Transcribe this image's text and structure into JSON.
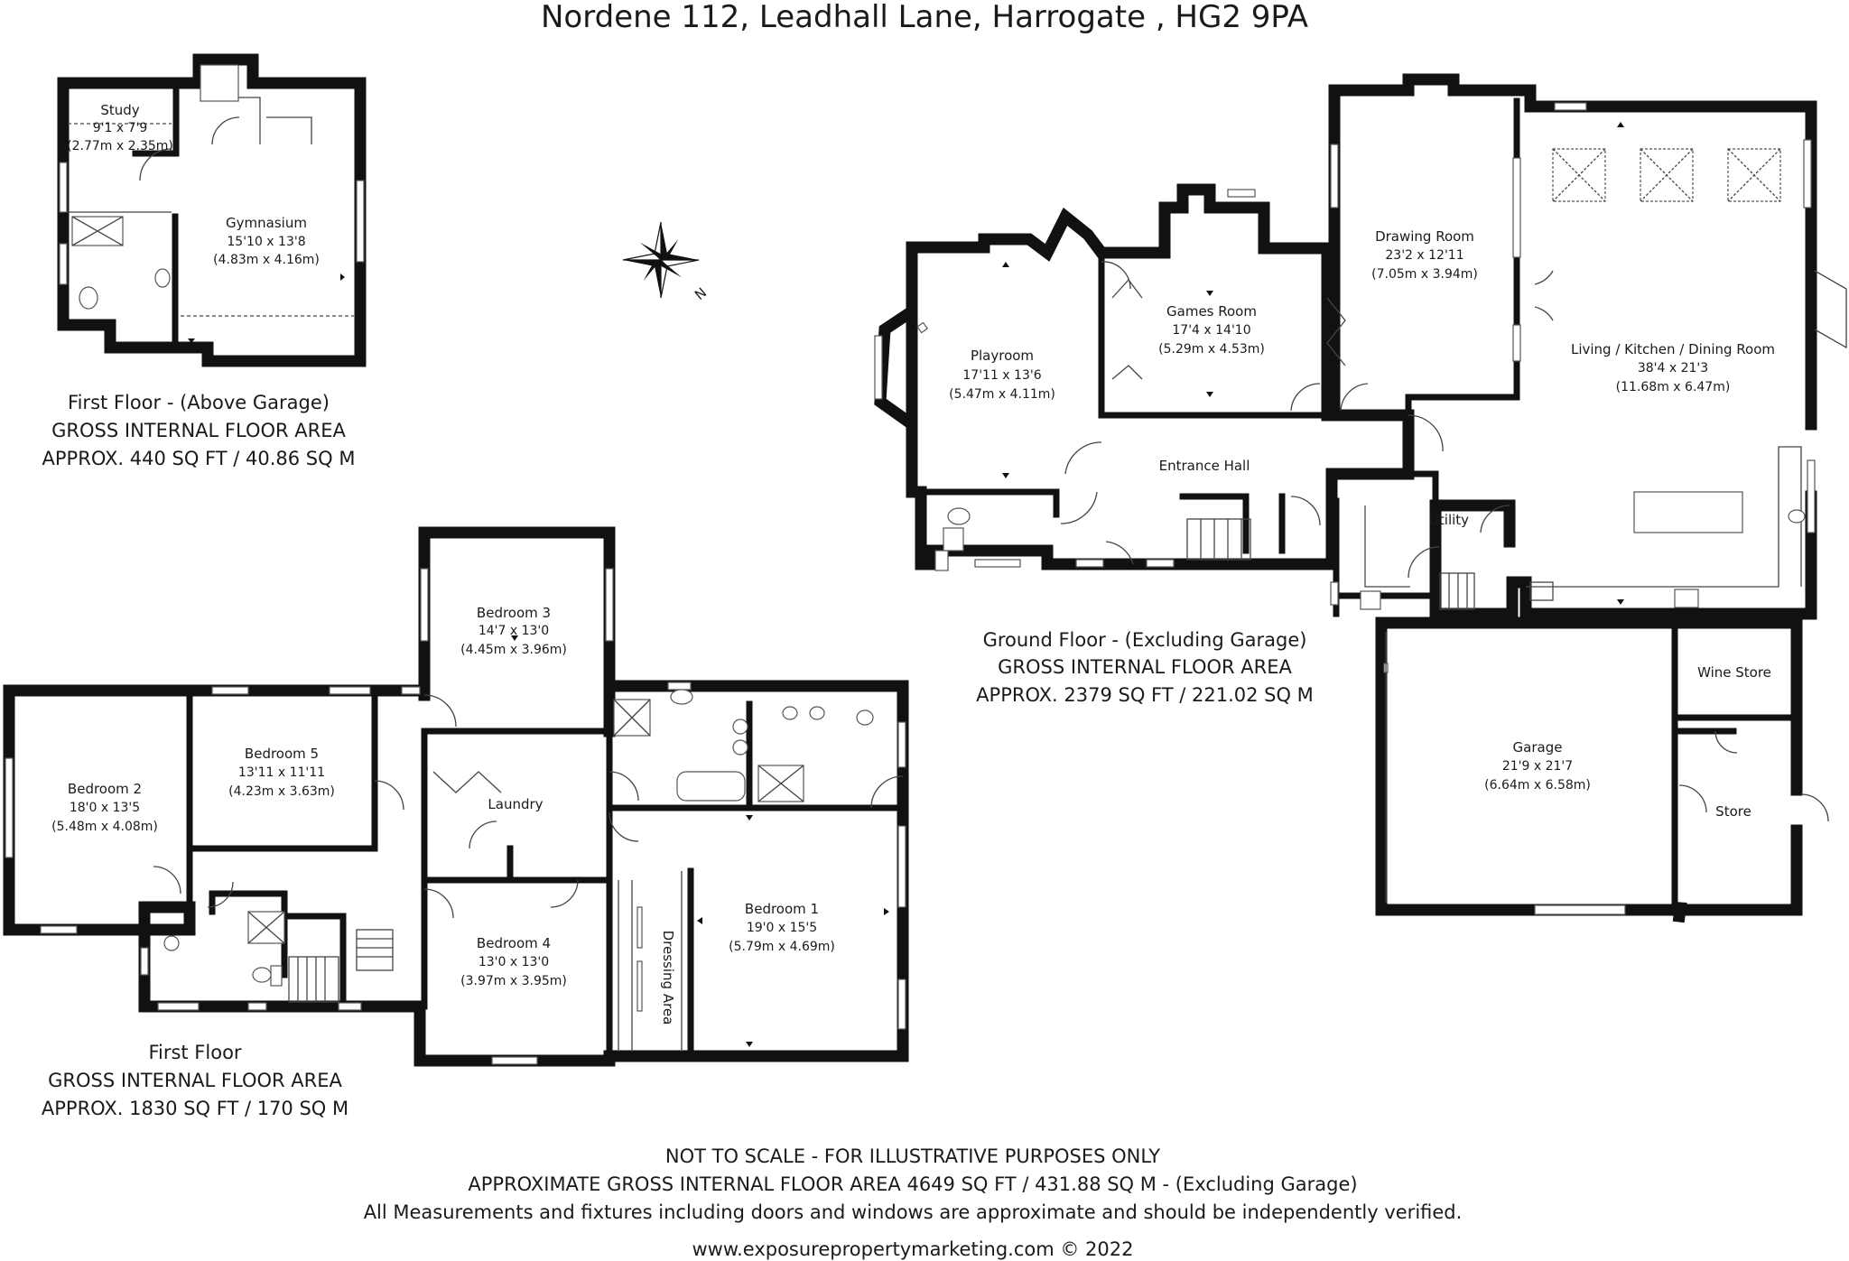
{
  "title": "Nordene 112, Leadhall Lane, Harrogate , HG2 9PA",
  "compass": {
    "icon": "compass-rose-icon",
    "label": "N"
  },
  "floors": {
    "first_above_garage": {
      "caption_1": "First Floor - (Above Garage)",
      "caption_2": "GROSS INTERNAL FLOOR AREA",
      "caption_3": "APPROX. 440 SQ FT / 40.86 SQ M"
    },
    "first": {
      "caption_1": "First Floor",
      "caption_2": "GROSS INTERNAL FLOOR AREA",
      "caption_3": "APPROX. 1830 SQ FT / 170 SQ M"
    },
    "ground": {
      "caption_1": "Ground Floor - (Excluding Garage)",
      "caption_2": "GROSS INTERNAL FLOOR AREA",
      "caption_3": "APPROX. 2379 SQ FT / 221.02 SQ M"
    }
  },
  "rooms": {
    "study": {
      "name": "Study",
      "imperial": "9'1 x 7'9",
      "metric": "(2.77m x 2.35m)"
    },
    "gymnasium": {
      "name": "Gymnasium",
      "imperial": "15'10 x 13'8",
      "metric": "(4.83m x 4.16m)"
    },
    "playroom": {
      "name": "Playroom",
      "imperial": "17'11 x 13'6",
      "metric": "(5.47m x 4.11m)"
    },
    "games_room": {
      "name": "Games Room",
      "imperial": "17'4 x 14'10",
      "metric": "(5.29m x 4.53m)"
    },
    "drawing_room": {
      "name": "Drawing Room",
      "imperial": "23'2 x 12'11",
      "metric": "(7.05m x 3.94m)"
    },
    "living_kitchen": {
      "name": "Living / Kitchen / Dining Room",
      "imperial": "38'4 x 21'3",
      "metric": "(11.68m x 6.47m)"
    },
    "entrance_hall": {
      "name": "Entrance Hall"
    },
    "utility": {
      "name": "Utility"
    },
    "wine_store": {
      "name": "Wine Store"
    },
    "store": {
      "name": "Store"
    },
    "garage": {
      "name": "Garage",
      "imperial": "21'9 x 21'7",
      "metric": "(6.64m x 6.58m)"
    },
    "bedroom3": {
      "name": "Bedroom 3",
      "imperial": "14'7 x 13'0",
      "metric": "(4.45m x 3.96m)"
    },
    "bedroom5": {
      "name": "Bedroom 5",
      "imperial": "13'11 x 11'11",
      "metric": "(4.23m x 3.63m)"
    },
    "bedroom2": {
      "name": "Bedroom 2",
      "imperial": "18'0 x 13'5",
      "metric": "(5.48m x 4.08m)"
    },
    "laundry": {
      "name": "Laundry"
    },
    "bedroom4": {
      "name": "Bedroom 4",
      "imperial": "13'0 x 13'0",
      "metric": "(3.97m x 3.95m)"
    },
    "bedroom1": {
      "name": "Bedroom 1",
      "imperial": "19'0 x 15'5",
      "metric": "(5.79m x 4.69m)"
    },
    "dressing_area": {
      "name": "Dressing Area"
    }
  },
  "footer": {
    "line1": "NOT TO SCALE - FOR ILLUSTRATIVE PURPOSES ONLY",
    "line2": "APPROXIMATE GROSS INTERNAL FLOOR AREA 4649 SQ FT / 431.88 SQ M - (Excluding Garage)",
    "line3": "All Measurements and fixtures including doors and windows are approximate and should be independently verified.",
    "line4": "www.exposurepropertymarketing.com © 2022"
  }
}
